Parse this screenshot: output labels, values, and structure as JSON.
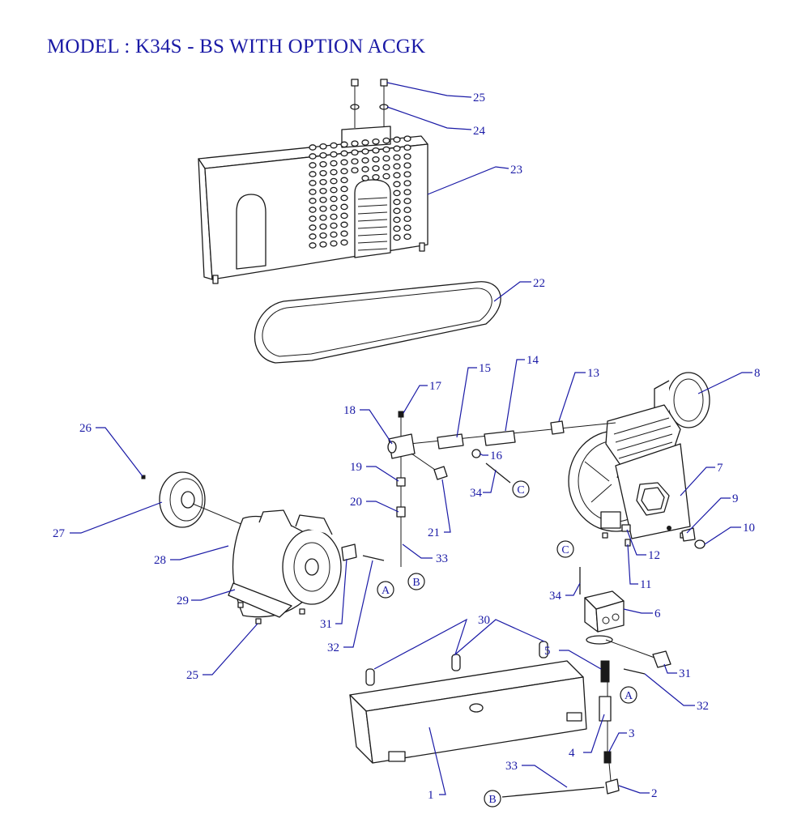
{
  "title": "MODEL : K34S - BS WITH OPTION ACGK",
  "colors": {
    "callout": "#1a1aa6",
    "linework": "#1a1a1a",
    "background": "#ffffff"
  },
  "callouts": [
    {
      "id": "c25a",
      "label": "25"
    },
    {
      "id": "c24",
      "label": "24"
    },
    {
      "id": "c23",
      "label": "23"
    },
    {
      "id": "c22",
      "label": "22"
    },
    {
      "id": "c17",
      "label": "17"
    },
    {
      "id": "c15",
      "label": "15"
    },
    {
      "id": "c14",
      "label": "14"
    },
    {
      "id": "c13",
      "label": "13"
    },
    {
      "id": "c8",
      "label": "8"
    },
    {
      "id": "c18",
      "label": "18"
    },
    {
      "id": "c16",
      "label": "16"
    },
    {
      "id": "c26",
      "label": "26"
    },
    {
      "id": "c19",
      "label": "19"
    },
    {
      "id": "c7",
      "label": "7"
    },
    {
      "id": "c9",
      "label": "9"
    },
    {
      "id": "c34a",
      "label": "34"
    },
    {
      "id": "c20",
      "label": "20"
    },
    {
      "id": "c10",
      "label": "10"
    },
    {
      "id": "c21",
      "label": "21"
    },
    {
      "id": "c27",
      "label": "27"
    },
    {
      "id": "c12",
      "label": "12"
    },
    {
      "id": "c33a",
      "label": "33"
    },
    {
      "id": "c28",
      "label": "28"
    },
    {
      "id": "c11",
      "label": "11"
    },
    {
      "id": "c34b",
      "label": "34"
    },
    {
      "id": "c29",
      "label": "29"
    },
    {
      "id": "c6",
      "label": "6"
    },
    {
      "id": "c31a",
      "label": "31"
    },
    {
      "id": "c30",
      "label": "30"
    },
    {
      "id": "c32a",
      "label": "32"
    },
    {
      "id": "c5",
      "label": "5"
    },
    {
      "id": "c25b",
      "label": "25"
    },
    {
      "id": "c31b",
      "label": "31"
    },
    {
      "id": "c32b",
      "label": "32"
    },
    {
      "id": "c3",
      "label": "3"
    },
    {
      "id": "c4",
      "label": "4"
    },
    {
      "id": "c33b",
      "label": "33"
    },
    {
      "id": "c2",
      "label": "2"
    },
    {
      "id": "c1",
      "label": "1"
    }
  ],
  "connection_refs": [
    {
      "id": "refC1",
      "letter": "C"
    },
    {
      "id": "refA1",
      "letter": "A"
    },
    {
      "id": "refB1",
      "letter": "B"
    },
    {
      "id": "refC2",
      "letter": "C"
    },
    {
      "id": "refA2",
      "letter": "A"
    },
    {
      "id": "refB2",
      "letter": "B"
    }
  ]
}
